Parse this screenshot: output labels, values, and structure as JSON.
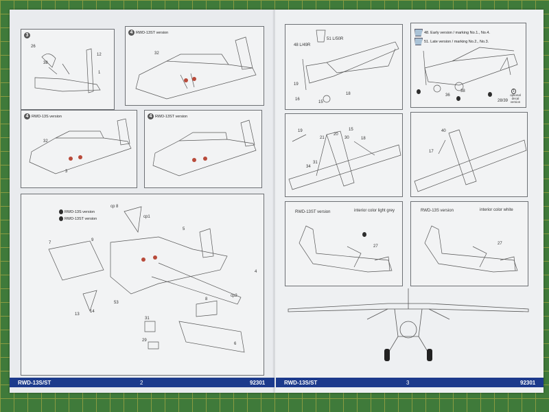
{
  "left_page": {
    "footer": {
      "model": "RWD-13S/ST",
      "page_number": "2",
      "code": "92301"
    },
    "panel_step3": {
      "step": "3",
      "parts": [
        "26",
        "38",
        "12",
        "1"
      ]
    },
    "panel_step4_st": {
      "step": "4",
      "title": "RWD-13ST version",
      "parts": [
        "32"
      ]
    },
    "panel_step4_s": {
      "step": "4",
      "title": "RWD-13S version",
      "parts": [
        "32",
        "3"
      ]
    },
    "panel_step4_st2": {
      "step": "4",
      "title": "RWD-13ST version"
    },
    "panel_main": {
      "legend": [
        "RWD-13S version",
        "RWD-13ST version"
      ],
      "parts": [
        "cp 8",
        "cp1",
        "5",
        "7",
        "9",
        "4",
        "cp2",
        "13",
        "14",
        "53",
        "8",
        "31",
        "29",
        "6"
      ]
    }
  },
  "right_page": {
    "footer": {
      "model": "RWD-13S/ST",
      "page_number": "3",
      "code": "92301"
    },
    "panel_r1": {
      "parts": [
        "48 L/49R",
        "51 L/50R",
        "19",
        "16",
        "15",
        "18"
      ]
    },
    "panel_r2": {
      "options": [
        "48. Early version / marking No.1., No.4.",
        "51. Late version / marking No.2., No.3."
      ],
      "parts": [
        "36",
        "38",
        "28/39"
      ],
      "note_number": "1",
      "note": "optional decal version"
    },
    "panel_r3": {
      "parts": [
        "19",
        "21",
        "20",
        "15",
        "30",
        "18",
        "31",
        "34"
      ]
    },
    "panel_r4": {
      "parts": [
        "40",
        "17"
      ]
    },
    "panel_r5": {
      "title": "RWD-13ST version",
      "color_note": "interior color light grey",
      "parts": [
        "27"
      ]
    },
    "panel_r6": {
      "title": "RWD-13S version",
      "color_note": "interior color white",
      "parts": [
        "27"
      ]
    }
  },
  "colors": {
    "mat": "#3f7a3a",
    "footer": "#1c3a8c",
    "canopy": "#a9c2d6"
  }
}
